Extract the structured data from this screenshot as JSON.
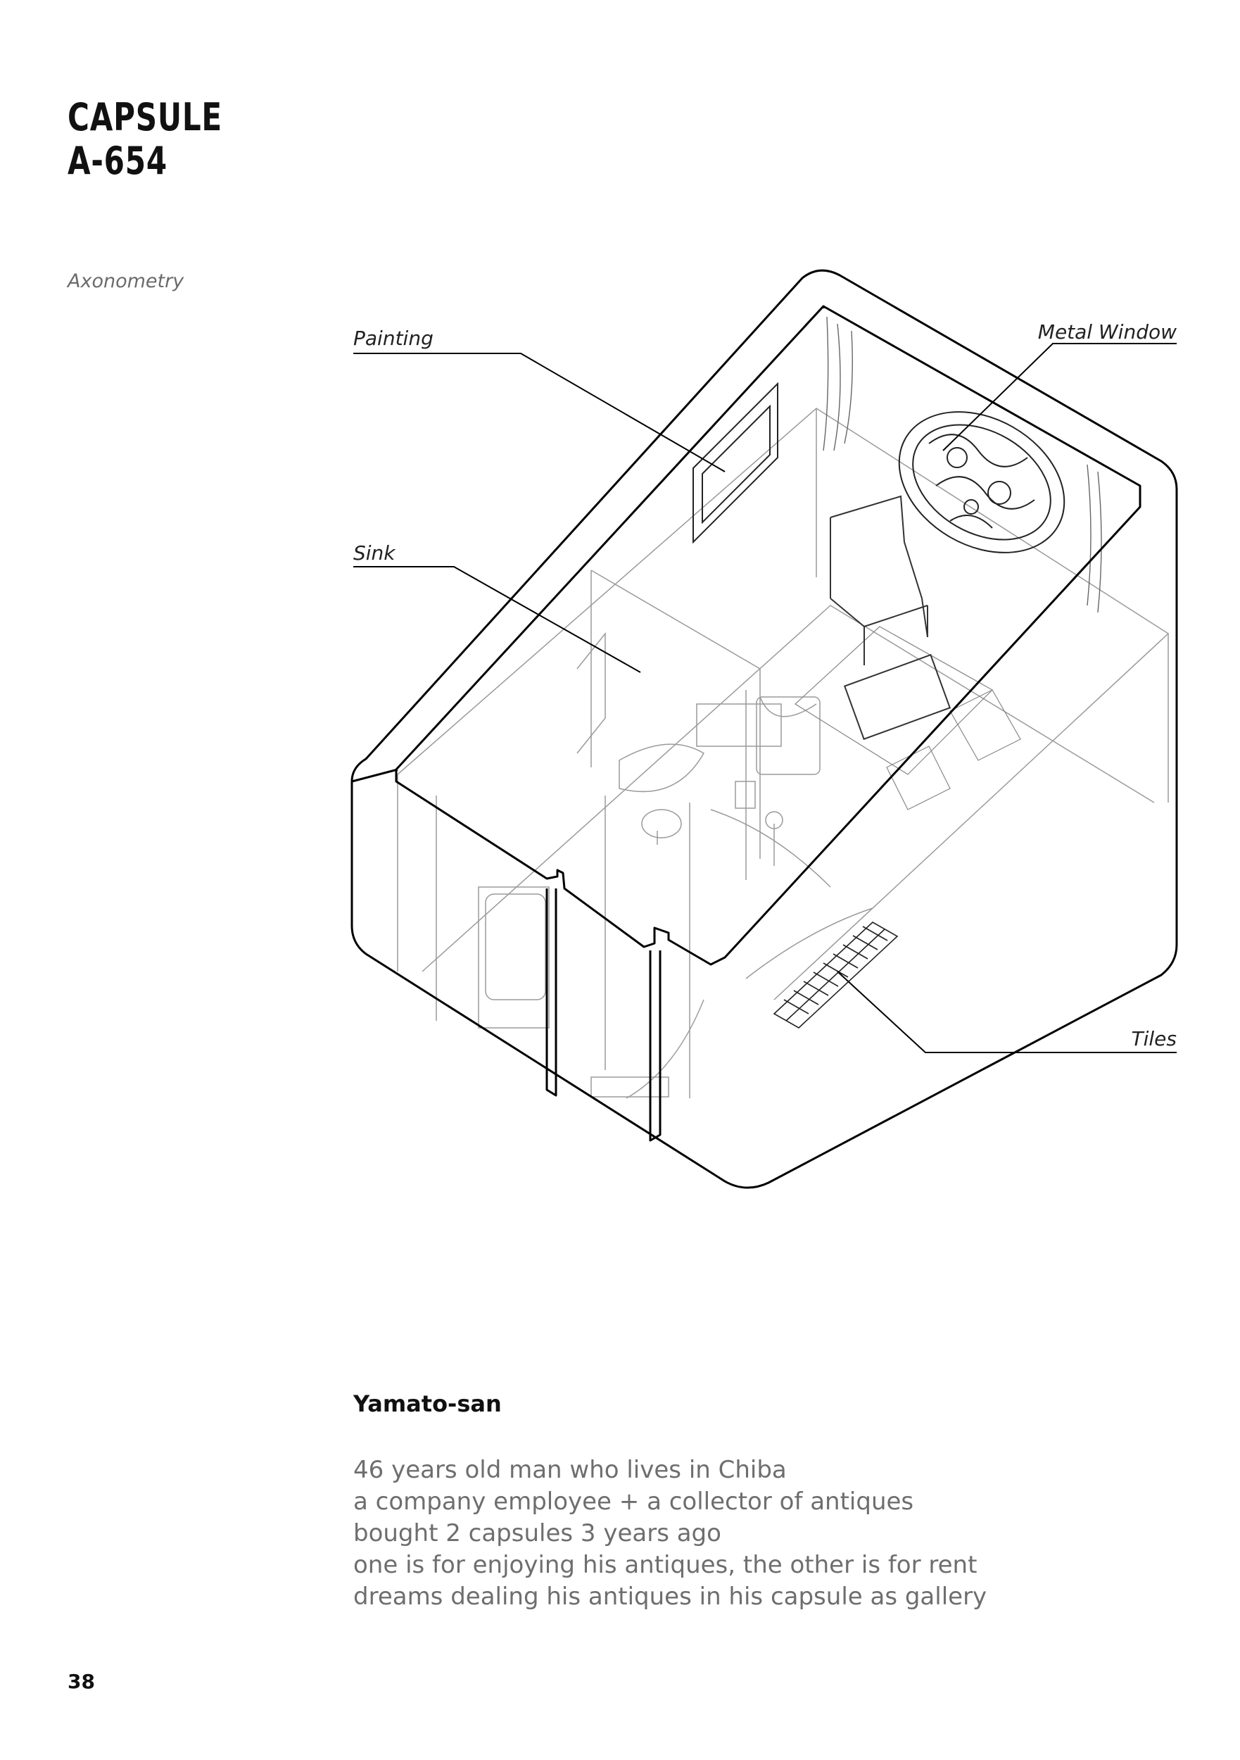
{
  "header": {
    "title_line1": "CAPSULE",
    "title_line2": "A-654"
  },
  "section_label": "Axonometry",
  "drawing": {
    "callouts": {
      "painting": "Painting",
      "metal_window": "Metal Window",
      "sink": "Sink",
      "tiles": "Tiles"
    }
  },
  "profile": {
    "name": "Yamato-san",
    "lines": [
      "46 years old man who lives in Chiba",
      "a company employee + a collector of antiques",
      "bought 2 capsules 3 years ago",
      "one is for enjoying his antiques, the other is for rent",
      "dreams dealing his antiques in his capsule as gallery"
    ]
  },
  "footer": {
    "page_number": "38"
  }
}
